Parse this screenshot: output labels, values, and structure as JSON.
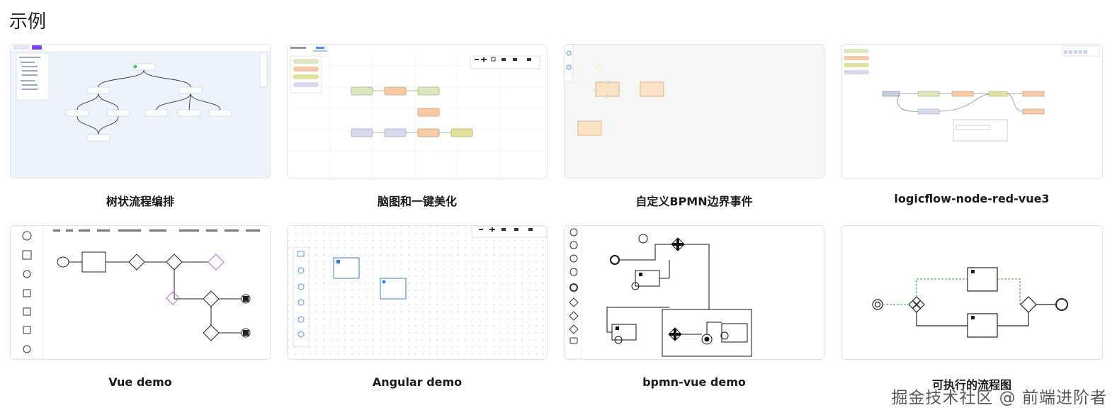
{
  "section_title": "示例",
  "cards": [
    {
      "caption": "树状流程编排"
    },
    {
      "caption": "脑图和一键美化"
    },
    {
      "caption": "自定义BPMN边界事件"
    },
    {
      "caption": "logicflow-node-red-vue3"
    },
    {
      "caption": "Vue demo"
    },
    {
      "caption": "Angular demo"
    },
    {
      "caption": "bpmn-vue demo"
    },
    {
      "caption": "可执行的流程图"
    }
  ],
  "watermark": "掘金技术社区 @ 前端进阶者"
}
